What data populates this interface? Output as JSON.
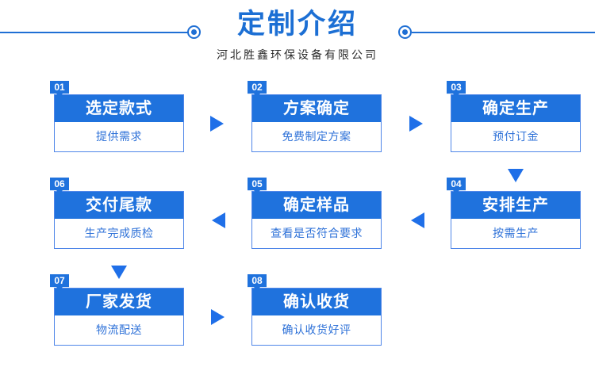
{
  "header": {
    "title": "定制介绍",
    "subtitle": "河北胜鑫环保设备有限公司",
    "accent_color": "#1f6fd4",
    "left_dot_icon": "ring-dot-icon",
    "right_dot_icon": "ring-dot-icon"
  },
  "flow": {
    "header_color": "#1f72dd",
    "body_text_color": "#2f72d8",
    "border_color": "#4f86e8",
    "arrow_color": "#1f6fe8",
    "steps": [
      {
        "number": "01",
        "title": "选定款式",
        "desc": "提供需求"
      },
      {
        "number": "02",
        "title": "方案确定",
        "desc": "免费制定方案"
      },
      {
        "number": "03",
        "title": "确定生产",
        "desc": "预付订金"
      },
      {
        "number": "04",
        "title": "安排生产",
        "desc": "按需生产"
      },
      {
        "number": "05",
        "title": "确定样品",
        "desc": "查看是否符合要求"
      },
      {
        "number": "06",
        "title": "交付尾款",
        "desc": "生产完成质检"
      },
      {
        "number": "07",
        "title": "厂家发货",
        "desc": "物流配送"
      },
      {
        "number": "08",
        "title": "确认收货",
        "desc": "确认收货好评"
      }
    ],
    "connectors": [
      {
        "from": "01",
        "to": "02",
        "direction": "right"
      },
      {
        "from": "02",
        "to": "03",
        "direction": "right"
      },
      {
        "from": "03",
        "to": "04",
        "direction": "down"
      },
      {
        "from": "04",
        "to": "05",
        "direction": "left"
      },
      {
        "from": "05",
        "to": "06",
        "direction": "left"
      },
      {
        "from": "06",
        "to": "07",
        "direction": "down"
      },
      {
        "from": "07",
        "to": "08",
        "direction": "right"
      }
    ]
  }
}
